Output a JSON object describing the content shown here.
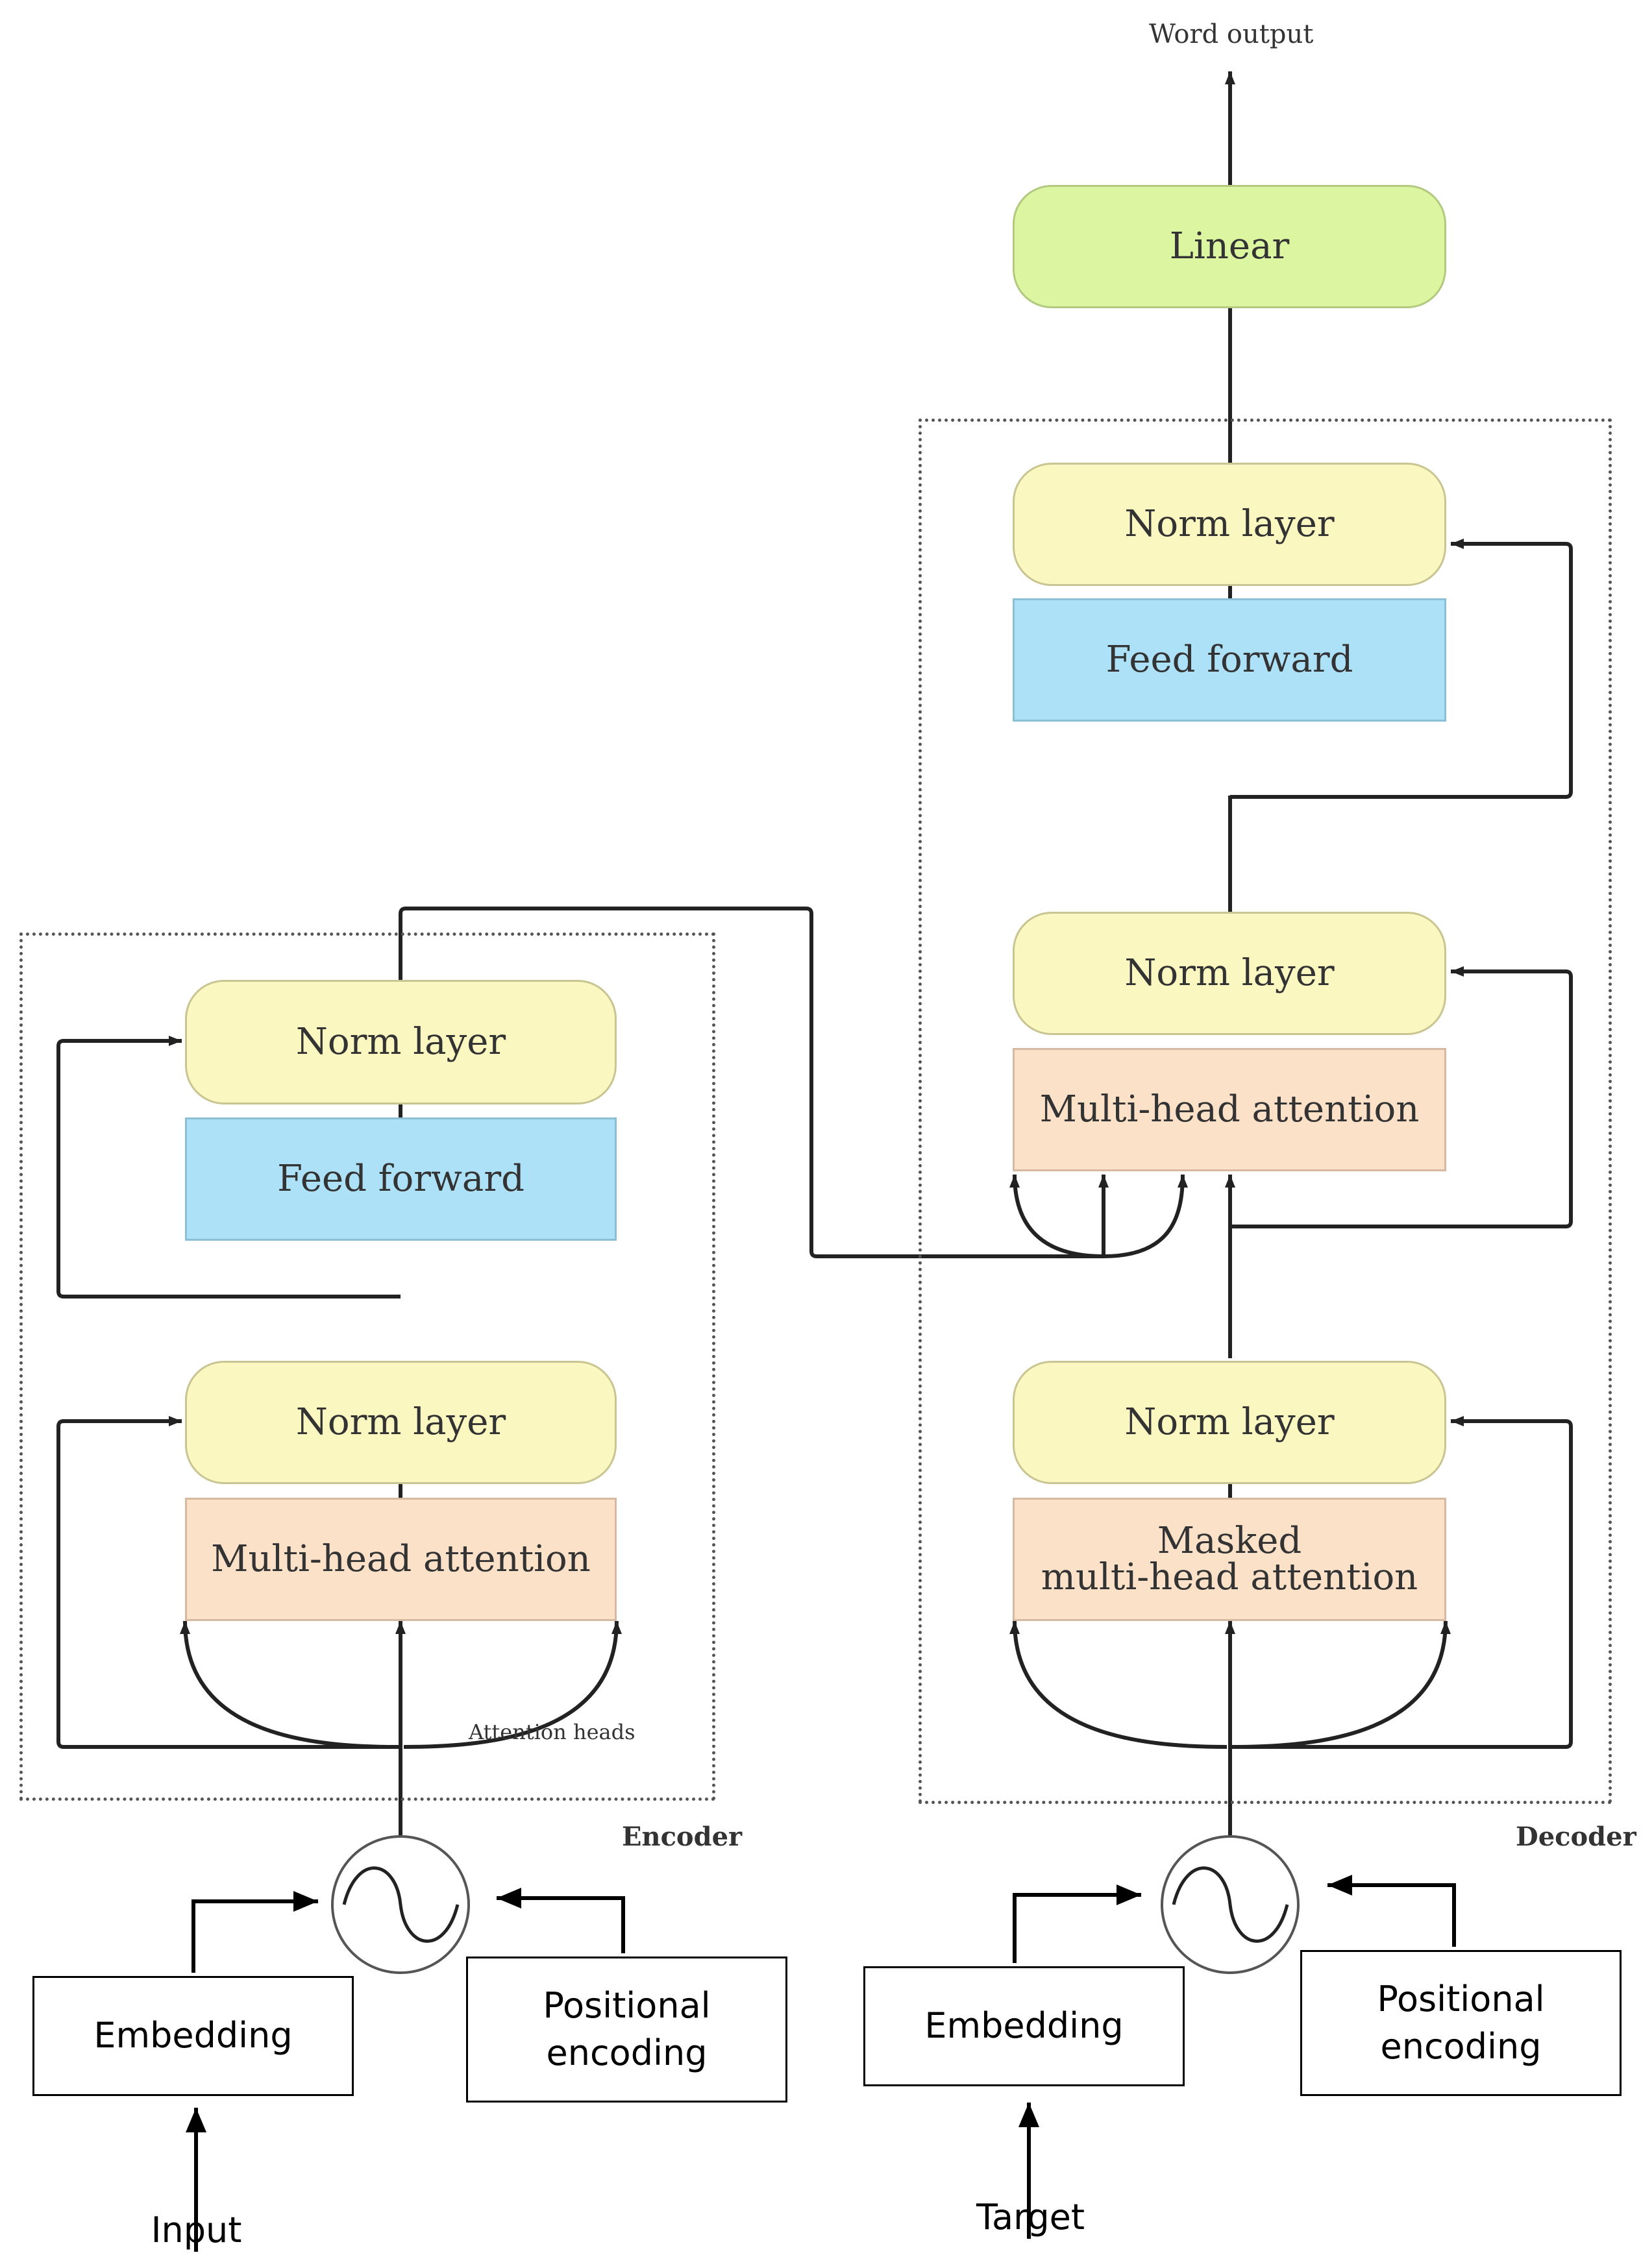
{
  "output_label": "Word output",
  "decoder": {
    "linear_label": "Linear",
    "top_norm_label": "Norm layer",
    "feed_forward_label": "Feed forward",
    "middle_norm_label": "Norm layer",
    "cross_attention_label": "Multi-head attention",
    "bottom_norm_label": "Norm layer",
    "masked_attention_line1": "Masked",
    "masked_attention_line2": "multi-head attention",
    "block_label": "Decoder",
    "embedding_label": "Embedding",
    "positional_encoding_label": "Positional encoding",
    "input_label": "Target"
  },
  "encoder": {
    "top_norm_label": "Norm layer",
    "feed_forward_label": "Feed forward",
    "bottom_norm_label": "Norm layer",
    "attention_label": "Multi-head attention",
    "attention_heads_label": "Attention heads",
    "block_label": "Encoder",
    "embedding_label": "Embedding",
    "positional_encoding_label": "Positional encoding",
    "input_label": "Input"
  },
  "colors": {
    "norm_layer": "#fbf7c1",
    "linear": "#dcf5a1",
    "feed_forward": "#ade1f7",
    "attention": "#fce1c9",
    "lines": "#222222"
  }
}
